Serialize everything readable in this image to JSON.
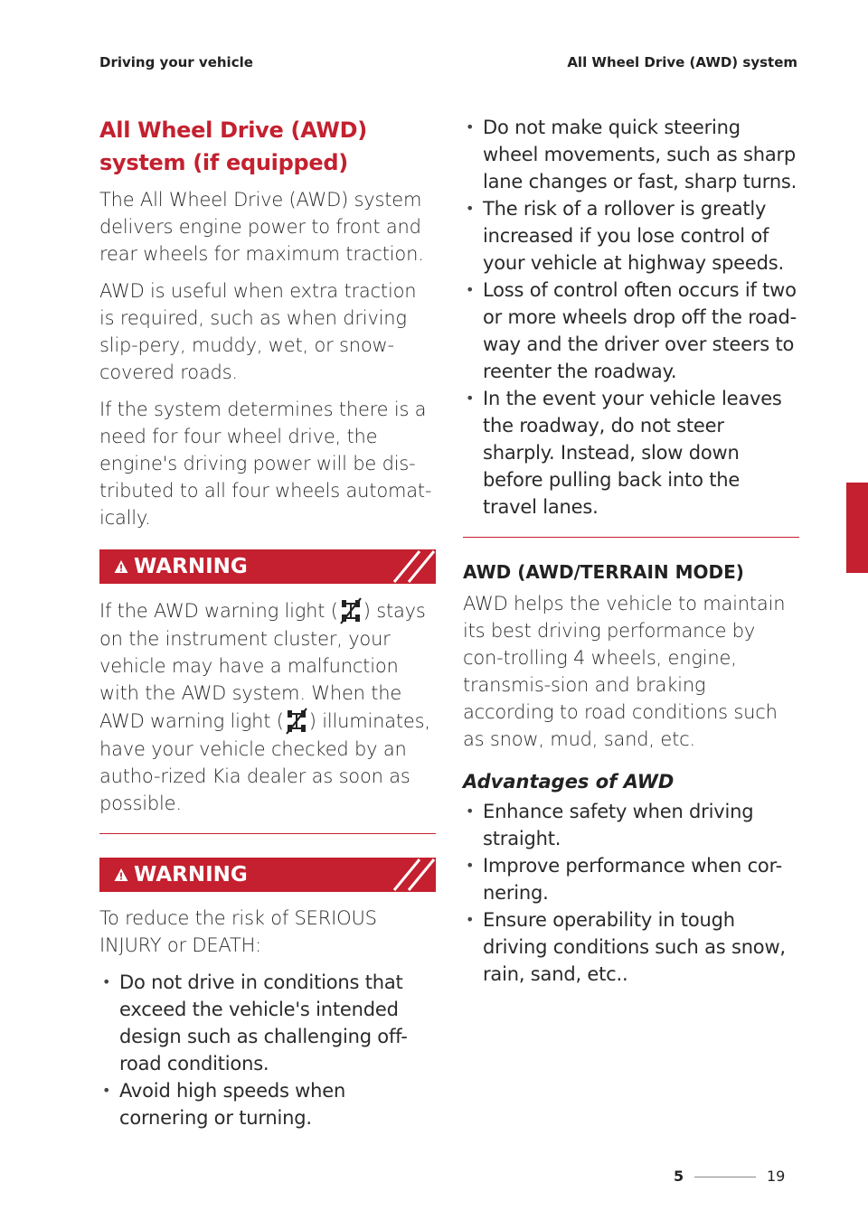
{
  "header": {
    "left": "Driving your vehicle",
    "right": "All Wheel Drive (AWD) system"
  },
  "left": {
    "title": "All Wheel Drive (AWD) system (if equipped)",
    "paragraphs": [
      "The All Wheel Drive (AWD) system delivers engine power to front and rear wheels for maximum traction.",
      "AWD is useful when extra traction is required, such as when driving slip-pery, muddy, wet, or snow-covered roads.",
      "If the system determines there is a need for four wheel drive, the engine's driving power will be dis-tributed to all four wheels automat-ically."
    ],
    "warning1": {
      "label": "WARNING",
      "text_a": "If the AWD warning light (",
      "text_b": ") stays on the instrument cluster, your vehicle may have a malfunction with the AWD system. When the AWD warning light (",
      "text_c": ") illuminates, have your vehicle checked by an autho-rized Kia dealer as soon as possible."
    },
    "warning2": {
      "label": "WARNING",
      "intro": "To reduce the risk of SERIOUS INJURY or DEATH:",
      "bullets": [
        "Do not drive in conditions that exceed the vehicle's intended design such as challenging off-road conditions.",
        "Avoid high speeds when cornering or turning."
      ]
    }
  },
  "right": {
    "bullets": [
      "Do not make quick steering wheel movements, such as sharp lane changes or fast, sharp turns.",
      "The risk of a rollover is greatly increased if you lose control of your vehicle at highway speeds.",
      "Loss of control often occurs if two or more wheels drop off the road-way and the driver over steers to reenter the roadway.",
      "In the event your vehicle leaves the roadway, do not steer sharply. Instead, slow down before pulling back into the travel lanes."
    ],
    "subtitle": "AWD (AWD/TERRAIN MODE)",
    "para": "AWD helps the vehicle to maintain its best driving performance by con-trolling 4 wheels, engine, transmis-sion and braking according to road conditions such as snow, mud, sand, etc.",
    "adv_title": "Advantages of AWD",
    "adv_bullets": [
      "Enhance safety when driving straight.",
      "Improve performance when cor-nering.",
      "Ensure operability in tough driving conditions such as snow, rain, sand, etc.."
    ]
  },
  "side_tab": "5",
  "footer": {
    "chapter": "5",
    "page": "19"
  },
  "colors": {
    "accent": "#c4202f"
  },
  "icons": {
    "warning": "warning-triangle-icon",
    "awd": "awd-warning-light-icon"
  }
}
